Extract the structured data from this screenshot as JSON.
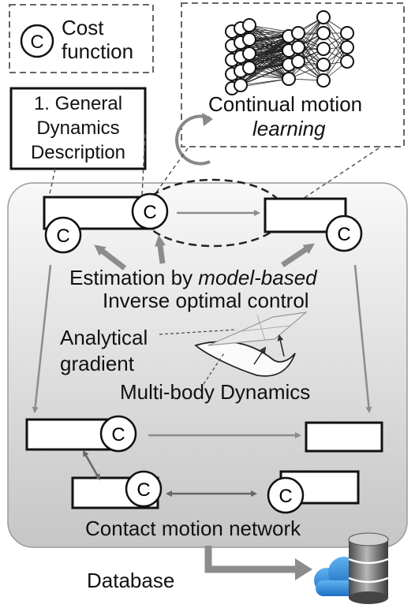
{
  "legend": {
    "symbol": "C",
    "line1": "Cost",
    "line2": "function"
  },
  "general_box": {
    "line1": "1. General",
    "line2": "Dynamics",
    "line3": "Description"
  },
  "continual": {
    "line1": "Continual motion",
    "line2": "learning"
  },
  "estimation": {
    "prefix": "Estimation by ",
    "emph": "model-based",
    "line2": "Inverse optimal control"
  },
  "analytical": {
    "line1": "Analytical",
    "line2": "gradient"
  },
  "multibody": "Multi-body Dynamics",
  "contact_network": "Contact motion network",
  "database": "Database",
  "cost_symbol": "C",
  "colors": {
    "panel_top": "#f7f7f7",
    "panel_bottom": "#c9c9c9",
    "arrow_gray": "#8c8c8c",
    "dashed": "#555555",
    "cloud": "#2f86d8"
  },
  "icons": [
    "cost-function-icon",
    "neural-network-icon",
    "cycle-arrow-icon",
    "surface-icon",
    "cloud-icon",
    "database-icon"
  ]
}
